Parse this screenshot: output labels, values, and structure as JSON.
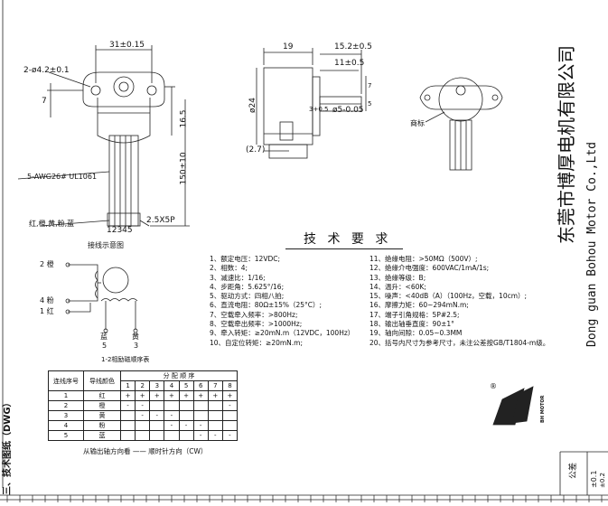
{
  "dims": {
    "width_mount": "31±0.15",
    "hole_spec": "2-ø4.2±0.1",
    "offset_7": "7",
    "height_16": "16.5",
    "wire_len": "150±10",
    "wire_spec": "5-AWG26# UL1061",
    "wire_colors": "红,橙,黄,粉,蓝",
    "connector": "2.5X5P",
    "pin_numbers": "12345",
    "side_19": "19",
    "shaft_15": "15.2±0.5",
    "shaft_11": "11±0.5",
    "shaft_dia": "ø5-0.05",
    "shaft_tol": "3+0.5",
    "body_dia": "ø24",
    "side_27": "(2.7)",
    "side_7": "7",
    "side_5": "5",
    "label_tag": "商标"
  },
  "company": {
    "name_cn": "东莞市博厚电机有限公司",
    "name_en": "Dong guan Bohou Motor Co.,Ltd",
    "brand": "BH MOTOR"
  },
  "wiring": {
    "title": "接线示意图",
    "terminals": [
      "2 橙",
      "4 粉",
      "1 红"
    ],
    "bottom": [
      "蓝",
      "5",
      "黄",
      "3"
    ],
    "caption": "1-2相励磁顺序表"
  },
  "spec_title": "技 术 要 求",
  "specs_left": [
    "1、额定电压：12VDC;",
    "2、相数：4;",
    "3、减速比：1/16;",
    "4、步距角：5.625°/16;",
    "5、驱动方式：四相八拍;",
    "6、直流电阻：80Ω±15%（25°C）;",
    "7、空载牵入频率：>800Hz;",
    "8、空载牵出频率：>1000Hz;",
    "9、牵入转矩：≥20mN.m（12VDC，100Hz）",
    "10、自定位转矩：≥20mN.m;"
  ],
  "specs_right": [
    "11、绝缘电阻：>50MΩ（500V）;",
    "12、绝缘介电强度：600VAC/1mA/1s;",
    "13、绝缘等级：B;",
    "14、温升：<60K;",
    "15、噪声：<40dB（A）（100Hz，空载，10cm）;",
    "16、摩擦力矩：60~294mN.m;",
    "17、端子引角规格：5P#2.5;",
    "18、输出轴垂直度：90±1°",
    "19、轴向间隙：0.05~0.3MM",
    "20、括号内尺寸为参考尺寸，未注公差按GB/T1804-m级。"
  ],
  "table": {
    "h1": "连线序号",
    "h2": "导线颜色",
    "h3": "分 配 顺 序",
    "steps": [
      "1",
      "2",
      "3",
      "4",
      "5",
      "6",
      "7",
      "8"
    ],
    "rows": [
      {
        "n": "1",
        "c": "红",
        "m": [
          "+",
          "+",
          "+",
          "+",
          "+",
          "+",
          "+",
          "+"
        ]
      },
      {
        "n": "2",
        "c": "橙",
        "m": [
          "-",
          "-",
          "",
          "",
          "",
          "",
          "",
          "-"
        ]
      },
      {
        "n": "3",
        "c": "黄",
        "m": [
          "",
          "-",
          "-",
          "-",
          "",
          "",
          "",
          ""
        ]
      },
      {
        "n": "4",
        "c": "粉",
        "m": [
          "",
          "",
          "",
          "-",
          "-",
          "-",
          "",
          ""
        ]
      },
      {
        "n": "5",
        "c": "蓝",
        "m": [
          "",
          "",
          "",
          "",
          "",
          "-",
          "-",
          "-"
        ]
      }
    ],
    "footer": "从输出轴方向看 —— 顺时针方向（CW）"
  },
  "side_title": "三、技术图纸（DWG）",
  "tolerance": {
    "label": "公差",
    "v1": "±0.1",
    "v2": "±0.2"
  }
}
